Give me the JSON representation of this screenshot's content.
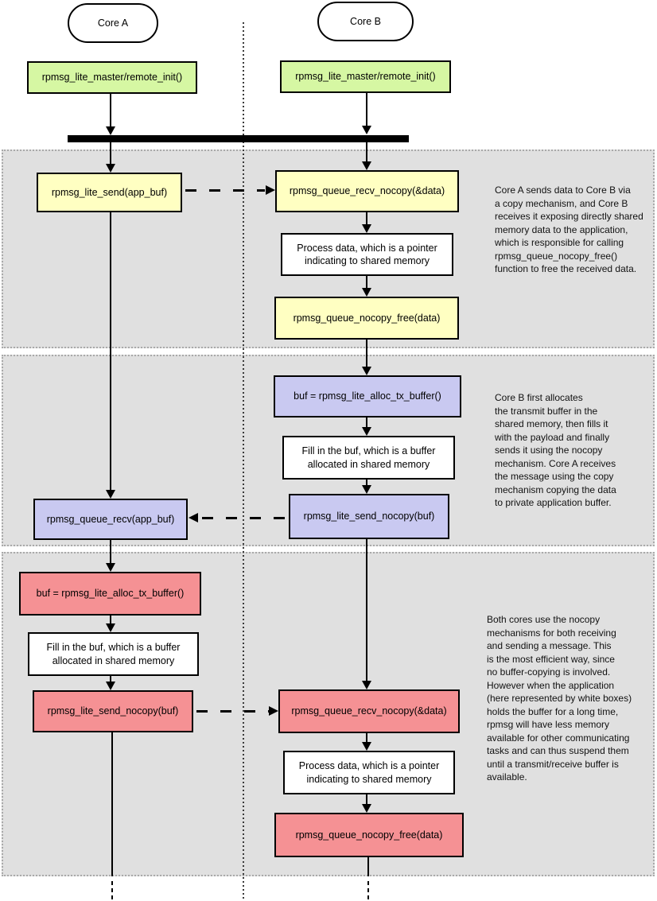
{
  "lanes": {
    "core_a": "Core A",
    "core_b": "Core B"
  },
  "init": {
    "core_a": "rpmsg_lite_master/remote_init()",
    "core_b": "rpmsg_lite_master/remote_init()"
  },
  "s1": {
    "send": "rpmsg_lite_send(app_buf)",
    "recv_nocopy": "rpmsg_queue_recv_nocopy(&data)",
    "process": "Process data, which is a pointer\nindicating to shared memory",
    "free": "rpmsg_queue_nocopy_free(data)",
    "annotation": "Core A sends data to Core B via\na copy mechanism, and Core B\nreceives it exposing directly shared\nmemory data to the application,\nwhich is responsible for calling\nrpmsg_queue_nocopy_free()\nfunction to free the received data."
  },
  "s2": {
    "alloc": "buf = rpmsg_lite_alloc_tx_buffer()",
    "fill": "Fill in the buf, which is a buffer\nallocated in shared memory",
    "send_nocopy": "rpmsg_lite_send_nocopy(buf)",
    "recv": "rpmsg_queue_recv(app_buf)",
    "annotation": "Core B first allocates\nthe transmit buffer in the\nshared memory, then fills it\nwith the payload and finally\nsends it using the nocopy\nmechanism. Core A receives\nthe message using the copy\nmechanism copying the data\nto private application buffer."
  },
  "s3": {
    "alloc": "buf = rpmsg_lite_alloc_tx_buffer()",
    "fill": "Fill in the buf, which is a buffer\nallocated in shared memory",
    "send_nocopy": "rpmsg_lite_send_nocopy(buf)",
    "recv_nocopy": "rpmsg_queue_recv_nocopy(&data)",
    "process": "Process data, which is a pointer\nindicating to shared memory",
    "free": "rpmsg_queue_nocopy_free(data)",
    "annotation": "Both cores use the nocopy\nmechanisms for both receiving\nand sending a message. This\nis the most efficient way, since\nno buffer-copying is involved.\nHowever when the application\n(here represented by white boxes)\nholds the buffer for a long time,\nrpmsg will have less memory\navailable for other communicating\ntasks and can thus suspend them\nuntil a transmit/receive buffer is\navailable."
  },
  "colors": {
    "init_green": "#d6f7a3",
    "copy_yellow": "#ffffc2",
    "nocopy_lavender": "#c9c9f1",
    "nocopy_red": "#f59194",
    "app_white": "#ffffff",
    "panel_gray": "#e0e0e0"
  }
}
